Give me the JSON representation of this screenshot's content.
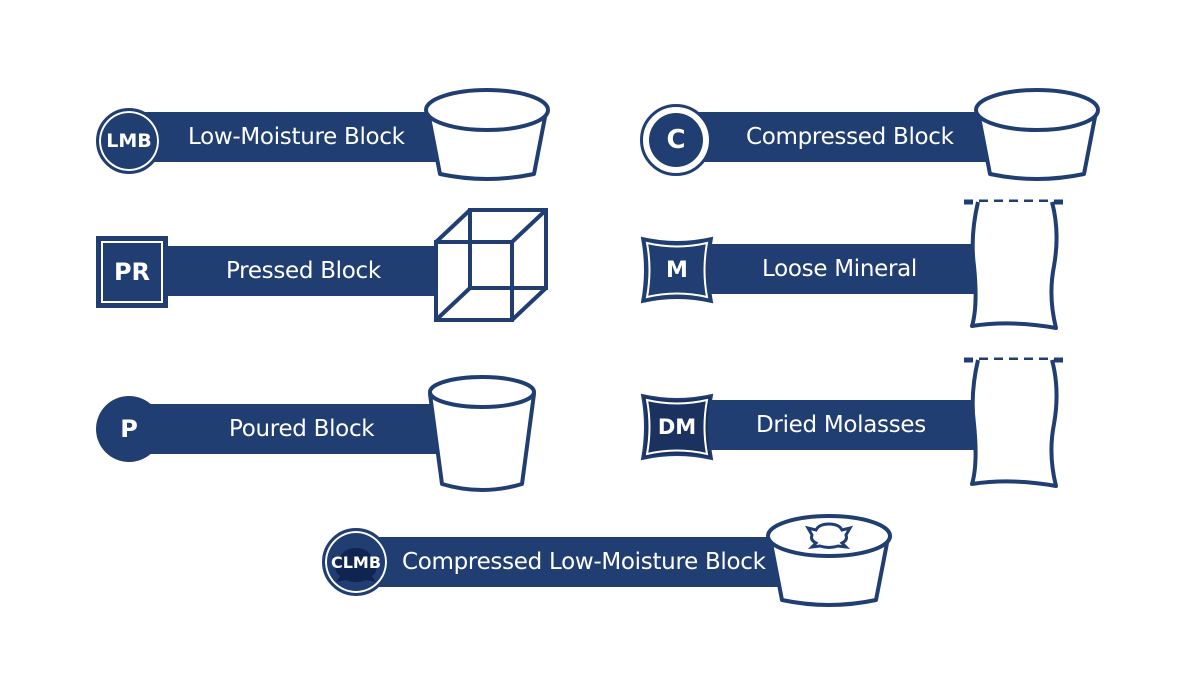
{
  "colors": {
    "navy": "#213e73",
    "dark_navy": "#1b3160",
    "white": "#ffffff"
  },
  "items": [
    {
      "badge": "LMB",
      "label": "Low-Moisture Block",
      "badge_shape": "circle-ring",
      "icon": "tub-icon"
    },
    {
      "badge": "C",
      "label": "Compressed Block",
      "badge_shape": "white-ring-circle",
      "icon": "tub-icon"
    },
    {
      "badge": "PR",
      "label": "Pressed Block",
      "badge_shape": "square",
      "icon": "cube-icon"
    },
    {
      "badge": "M",
      "label": "Loose Mineral",
      "badge_shape": "pinched-square",
      "icon": "bag-icon"
    },
    {
      "badge": "P",
      "label": "Poured Block",
      "badge_shape": "circle",
      "icon": "bucket-icon"
    },
    {
      "badge": "DM",
      "label": "Dried Molasses",
      "badge_shape": "pinched-square",
      "icon": "bag-icon"
    },
    {
      "badge": "CLMB",
      "label": "Compressed Low-Moisture Block",
      "badge_shape": "circle-ring",
      "icon": "tub-with-logo-icon"
    }
  ]
}
